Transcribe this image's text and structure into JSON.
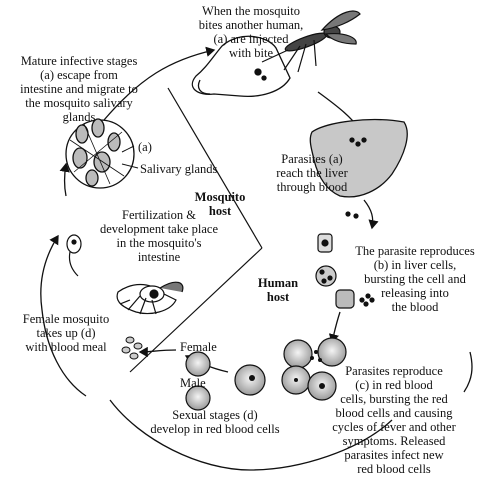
{
  "labels": {
    "mosquito_bites": "When the mosquito\nbites another human,\n(a) are injected\nwith bite",
    "mature_infective": "Mature infective stages\n(a) escape from\nintestine and migrate to\nthe mosquito salivary\nglands",
    "marker_a": "(a)",
    "salivary_glands": "Salivary glands",
    "liver": "Parasites (a)\nreach the liver\nthrough blood",
    "mosquito_host": "Mosquito\nhost",
    "fertilization": "Fertilization &\ndevelopment take place\nin the mosquito's\nintestine",
    "liver_reproduce": "The parasite reproduces\n(b) in liver cells,\nbursting the cell and\nreleasing into\nthe blood",
    "human_host": "Human\nhost",
    "female_mosquito": "Female mosquito\ntakes up (d)\nwith blood meal",
    "female": "Female",
    "male": "Male",
    "rbc_reproduce": "Parasites reproduce\n(c) in red blood\ncells, bursting the red\nblood cells and causing\ncycles of fever and other\nsymptoms. Released\nparasites infect new\nred blood cells",
    "sexual_stages": "Sexual stages (d)\ndevelop in red blood cells"
  },
  "icons": [
    "mosquito-icon",
    "arm-icon",
    "liver-icon",
    "salivary-gland-icon",
    "zygote-icon",
    "liver-cell-icon",
    "red-blood-cell-icon",
    "gametocyte-icon"
  ],
  "colors": {
    "ink": "#111111",
    "paper": "#ffffff",
    "shade": "#bdbdbd"
  }
}
